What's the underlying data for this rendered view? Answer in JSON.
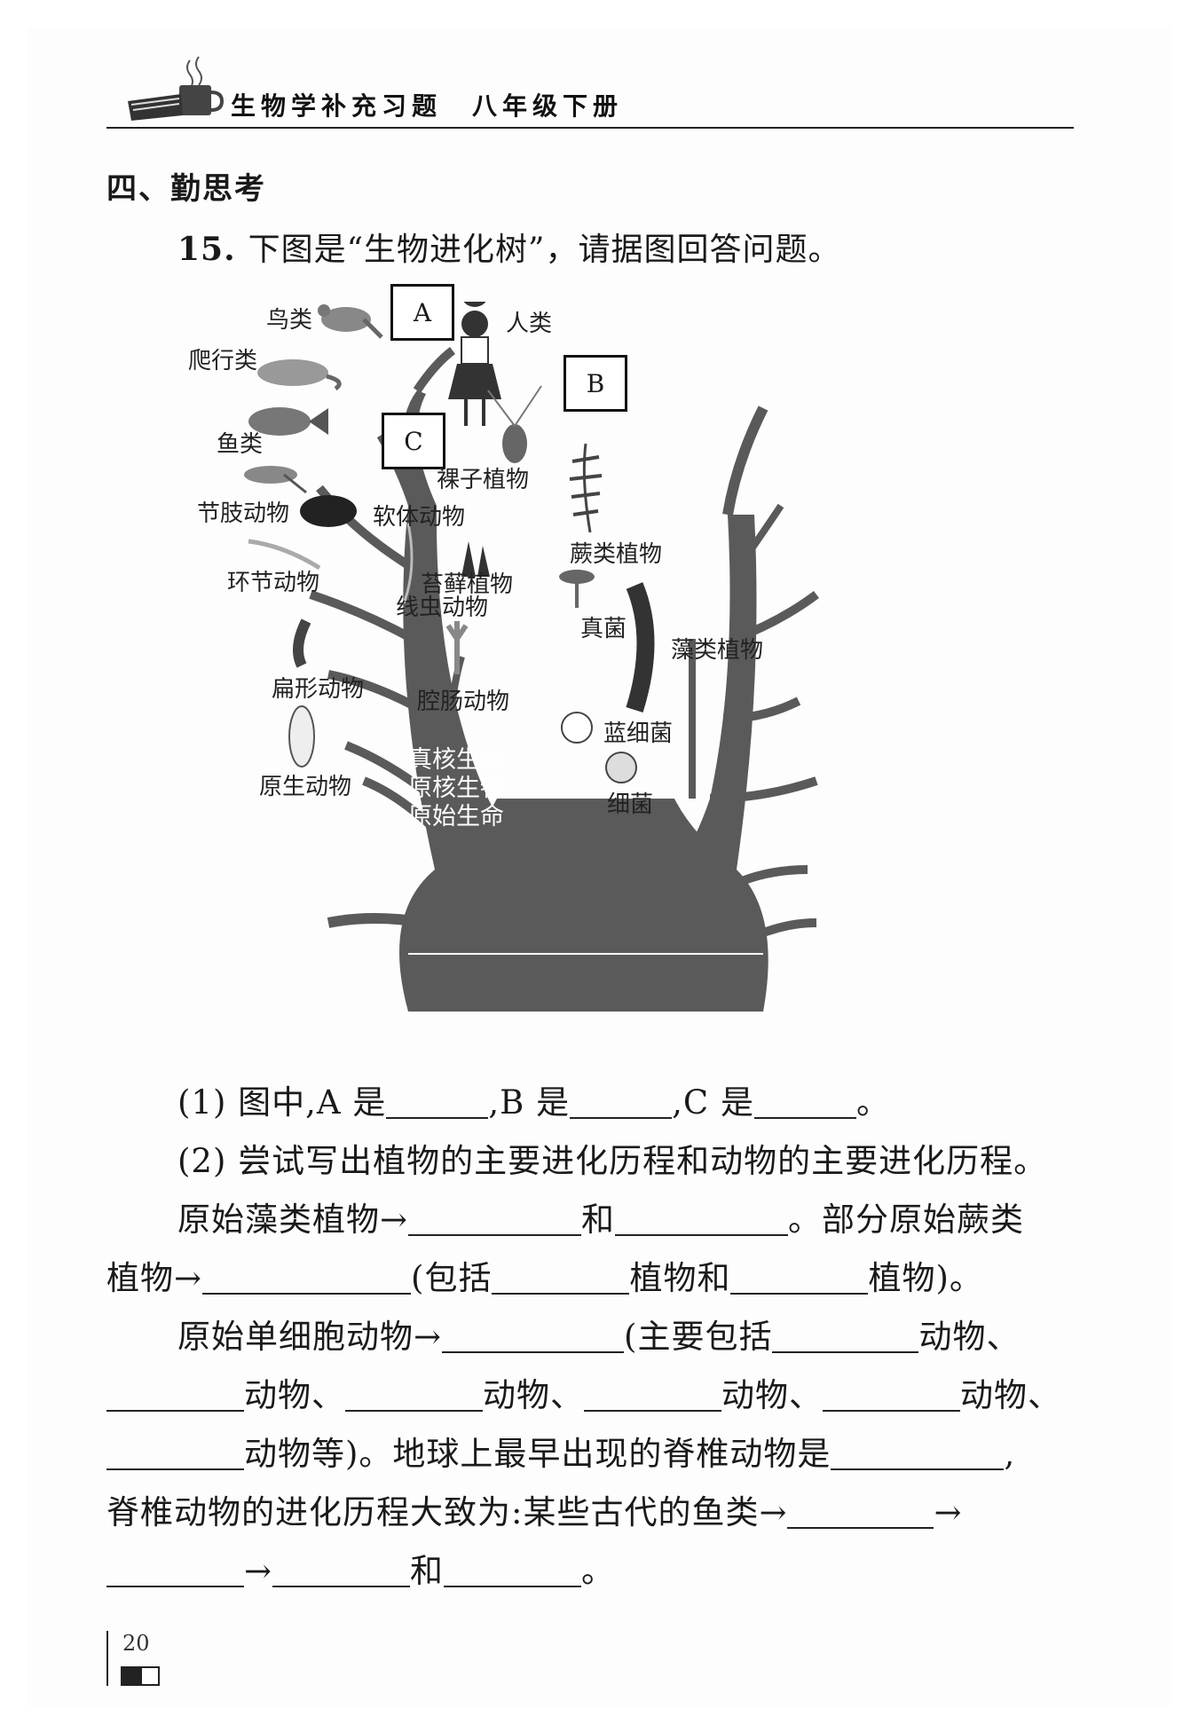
{
  "header": {
    "title": "生物学补充习题　八年级下册"
  },
  "section": {
    "title": "四、勤思考"
  },
  "question": {
    "number": "15.",
    "text": "下图是“生物进化树”，请据图回答问题。"
  },
  "diagram": {
    "boxes": {
      "a": "A",
      "b": "B",
      "c": "C"
    },
    "labels": {
      "birds": "鸟类",
      "human": "人类",
      "reptiles": "爬行类",
      "fish": "鱼类",
      "gymnosperms": "裸子植物",
      "arthropods": "节肢动物",
      "mollusks": "软体动物",
      "ferns": "蕨类植物",
      "annelids": "环节动物",
      "mosses": "苔藓植物",
      "nematodes": "线虫动物",
      "fungi": "真菌",
      "algae": "藻类植物",
      "flatworms": "扁形动物",
      "coelenterates": "腔肠动物",
      "cyanobacteria": "蓝细菌",
      "eukaryotes": "真核生物",
      "protozoa": "原生动物",
      "prokaryotes": "原核生物",
      "bacteria": "细菌",
      "primitive_life": "原始生命"
    }
  },
  "q1": {
    "prefix": "(1) 图中,A 是",
    "b_label": ",B 是",
    "c_label": ",C 是",
    "end": "。"
  },
  "q2": {
    "line1": "(2) 尝试写出植物的主要进化历程和动物的主要进化历程。",
    "line2_start": "原始藻类植物→",
    "line2_and": "和",
    "line2_end": "。部分原始蕨类",
    "line3_start": "植物→",
    "line3_incl": "(包括",
    "line3_mid": "植物和",
    "line3_end": "植物)。",
    "line4_start": "原始单细胞动物→",
    "line4_incl": "(主要包括",
    "line4_end": "动物、",
    "line5_w1": "动物、",
    "line5_w2": "动物、",
    "line5_w3": "动物、",
    "line5_w4": "动物、",
    "line6_w1": "动物等)。地球上最早出现的脊椎动物是",
    "line6_end": ",",
    "line7_start": "脊椎动物的进化历程大致为:某些古代的鱼类→",
    "line7_end": "→",
    "line8_arrow": "→",
    "line8_and": "和",
    "line8_end": "。"
  },
  "footer": {
    "page": "20"
  }
}
